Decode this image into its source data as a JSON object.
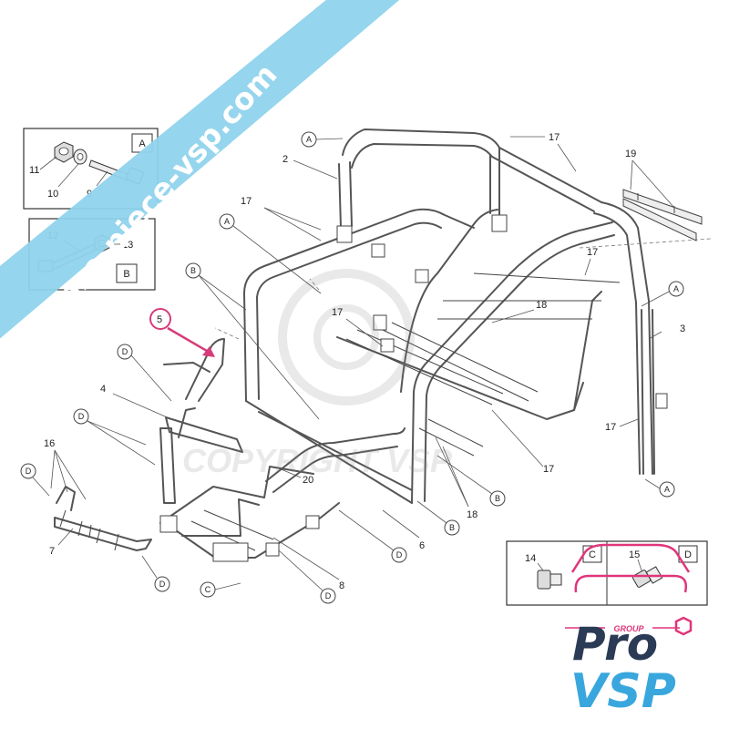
{
  "watermark": {
    "banner_text": "pro-piece-vsp.com",
    "banner_color": "#8fd3ec",
    "center_text": "COPYRIGHT VSP"
  },
  "logo": {
    "top_text": "GROUP",
    "line1": "Pro",
    "line2": "VSP",
    "pink": "#e0357a",
    "navy": "#2b3a55",
    "blue": "#39a7dd"
  },
  "accent": {
    "highlight": "#d63c7a"
  },
  "inset_boxes": {
    "box_a": {
      "tag": "A",
      "parts": [
        "11",
        "10",
        "9"
      ]
    },
    "box_b": {
      "tag": "B",
      "parts": [
        "12",
        "13"
      ]
    },
    "box_cd": {
      "tags": [
        "C",
        "D"
      ],
      "parts": [
        "14",
        "15"
      ]
    }
  },
  "callouts": {
    "numbers": [
      "2",
      "3",
      "4",
      "5",
      "6",
      "7",
      "8",
      "16",
      "17",
      "18",
      "19",
      "20"
    ],
    "letters": [
      "A",
      "B",
      "C",
      "D"
    ]
  }
}
